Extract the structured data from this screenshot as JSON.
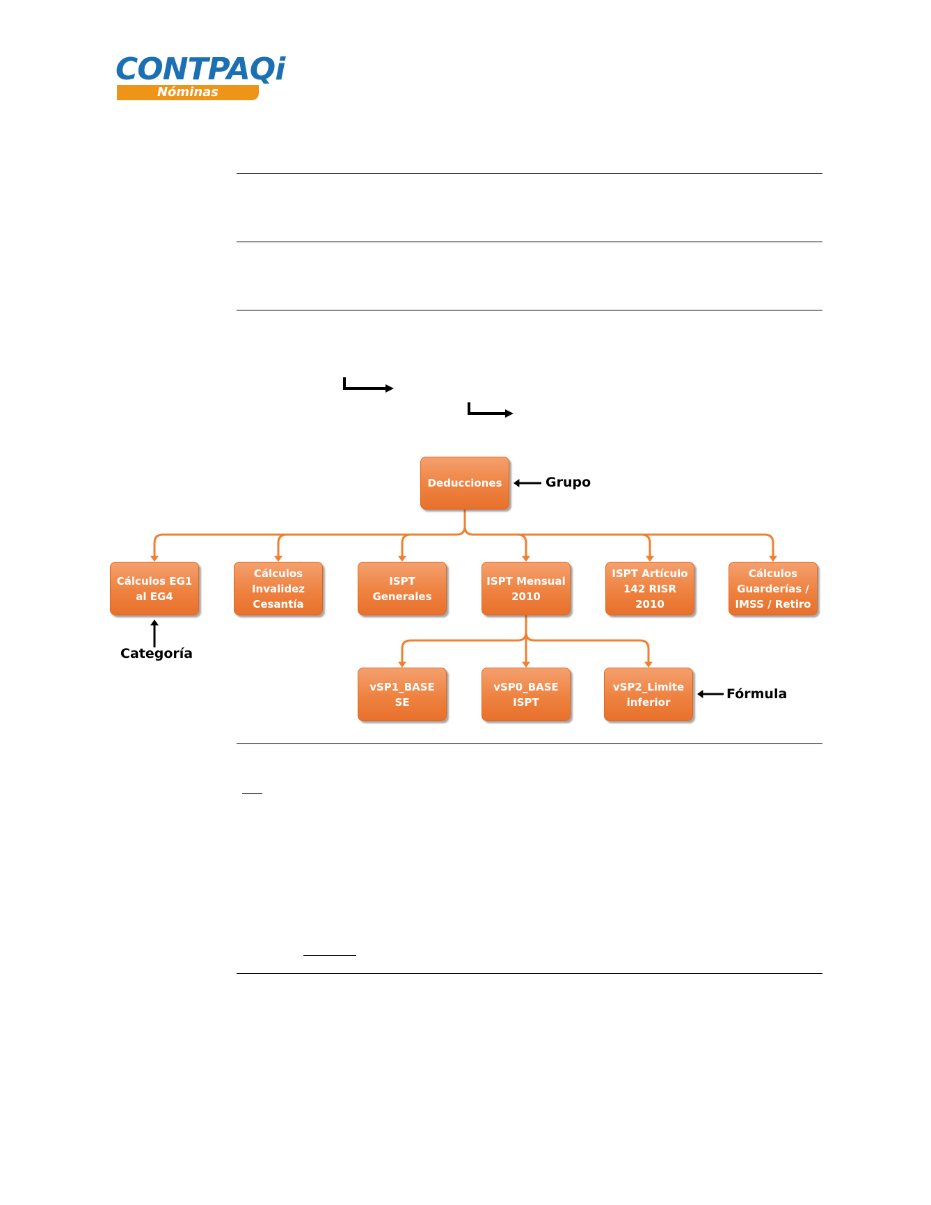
{
  "logo": {
    "brand": "CONTPAQi",
    "product": "Nóminas"
  },
  "diagram": {
    "root": "Deducciones",
    "categories": [
      "Cálculos EG1\nal EG4",
      "Cálculos\nInvalidez\nCesantía",
      "ISPT Generales",
      "ISPT Mensual\n2010",
      "ISPT Artículo\n142 RISR 2010",
      "Cálculos\nGuarderías /\nIMSS / Retiro"
    ],
    "formulas": [
      "vSP1_BASE SE",
      "vSP0_BASE\nISPT",
      "vSP2_Limite\ninferior"
    ],
    "labels": {
      "group": "Grupo",
      "category": "Categoría",
      "formula": "Fórmula"
    },
    "colors": {
      "connector": "#f07f30",
      "node": "#ee8240"
    }
  }
}
